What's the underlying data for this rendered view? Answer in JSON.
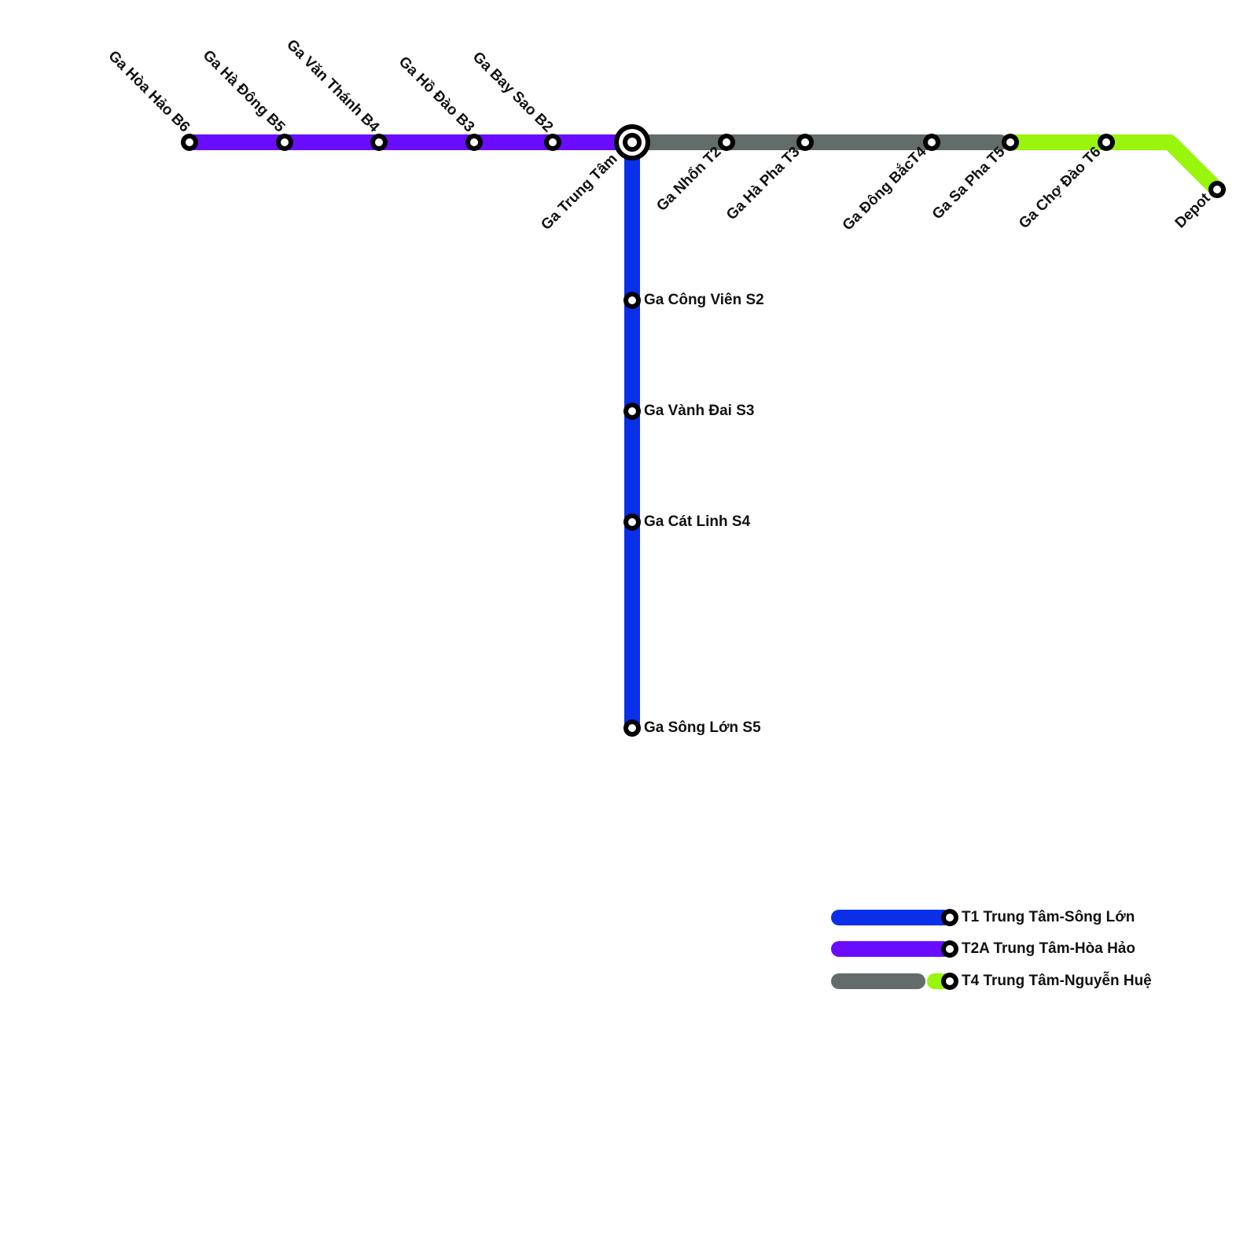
{
  "colors": {
    "T1": "#0a2fe8",
    "T2A": "#6a0cff",
    "T4_grey": "#626c6a",
    "T4_green": "#99f50c",
    "station_ring": "#000000",
    "station_fill": "#ffffff",
    "label": "#111111"
  },
  "stations": {
    "hub": "Ga Trung Tâm",
    "west": {
      "b6": "Ga Hòa Hảo B6",
      "b5": "Ga Hà Đông B5",
      "b4": "Ga Văn Thánh B4",
      "b3": "Ga Hồ Đào B3",
      "b2": "Ga Bay Sao B2"
    },
    "east": {
      "t2": "Ga Nhổn T2",
      "t3": "Ga Hà Pha T3",
      "t4": "Ga Đông BắcT4",
      "t5": "Ga Sa Pha T5",
      "t6": "Ga Chợ Đào T6",
      "depot": "Depot"
    },
    "south": {
      "s2": "Ga Công Viên S2",
      "s3": "Ga Vành Đai S3",
      "s4": "Ga Cát Linh S4",
      "s5": "Ga Sông Lớn S5"
    }
  },
  "legend": {
    "t1": "T1 Trung Tâm-Sông Lớn",
    "t2a": "T2A Trung Tâm-Hòa Hảo",
    "t4": "T4 Trung Tâm-Nguyễn Huệ"
  }
}
